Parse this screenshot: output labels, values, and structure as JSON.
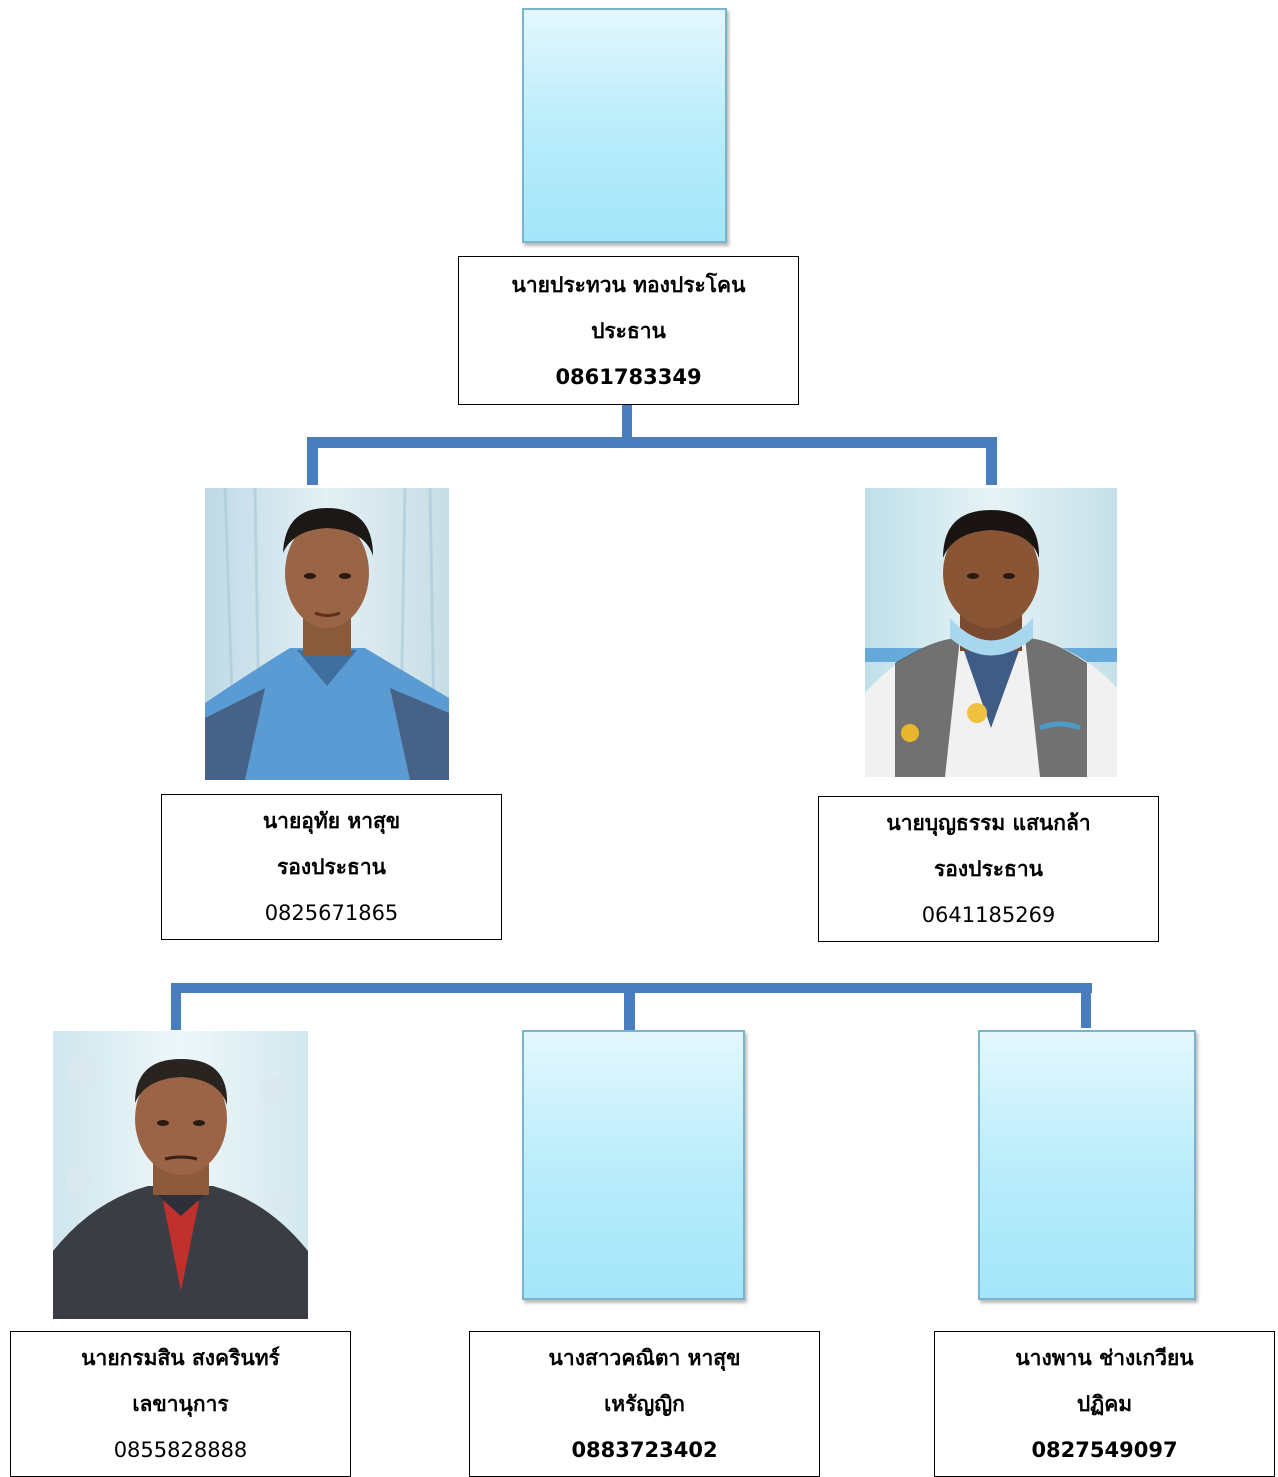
{
  "connector_color": "#4a7dbf",
  "placeholder_color": "#b7ecfb",
  "members": {
    "chairman": {
      "name": "นายประทวน   ทองประโคน",
      "role": "ประธาน",
      "phone": "0861783349",
      "photo": "empty-photo-placeholder"
    },
    "vice_chair_1": {
      "name": "นายอุทัย  หาสุข",
      "role": "รองประธาน",
      "phone": "0825671865",
      "photo": "man-in-blue-shirt-photo"
    },
    "vice_chair_2": {
      "name": "นายบุญธรรม  แสนกล้า",
      "role": "รองประธาน",
      "phone": "0641185269",
      "photo": "man-in-white-jacket-with-mask-photo"
    },
    "secretary": {
      "name": "นายกรมสิน  สงครินทร์",
      "role": "เลขานุการ",
      "phone": "0855828888",
      "photo": "man-in-dark-jacket-photo"
    },
    "treasurer": {
      "name": "นางสาวคณิตา  หาสุข",
      "role": "เหรัญญิก",
      "phone": "0883723402",
      "photo": "empty-photo-placeholder"
    },
    "reception": {
      "name": "นางพาน  ช่างเกวียน",
      "role": "ปฏิคม",
      "phone": "0827549097",
      "photo": "empty-photo-placeholder"
    }
  }
}
